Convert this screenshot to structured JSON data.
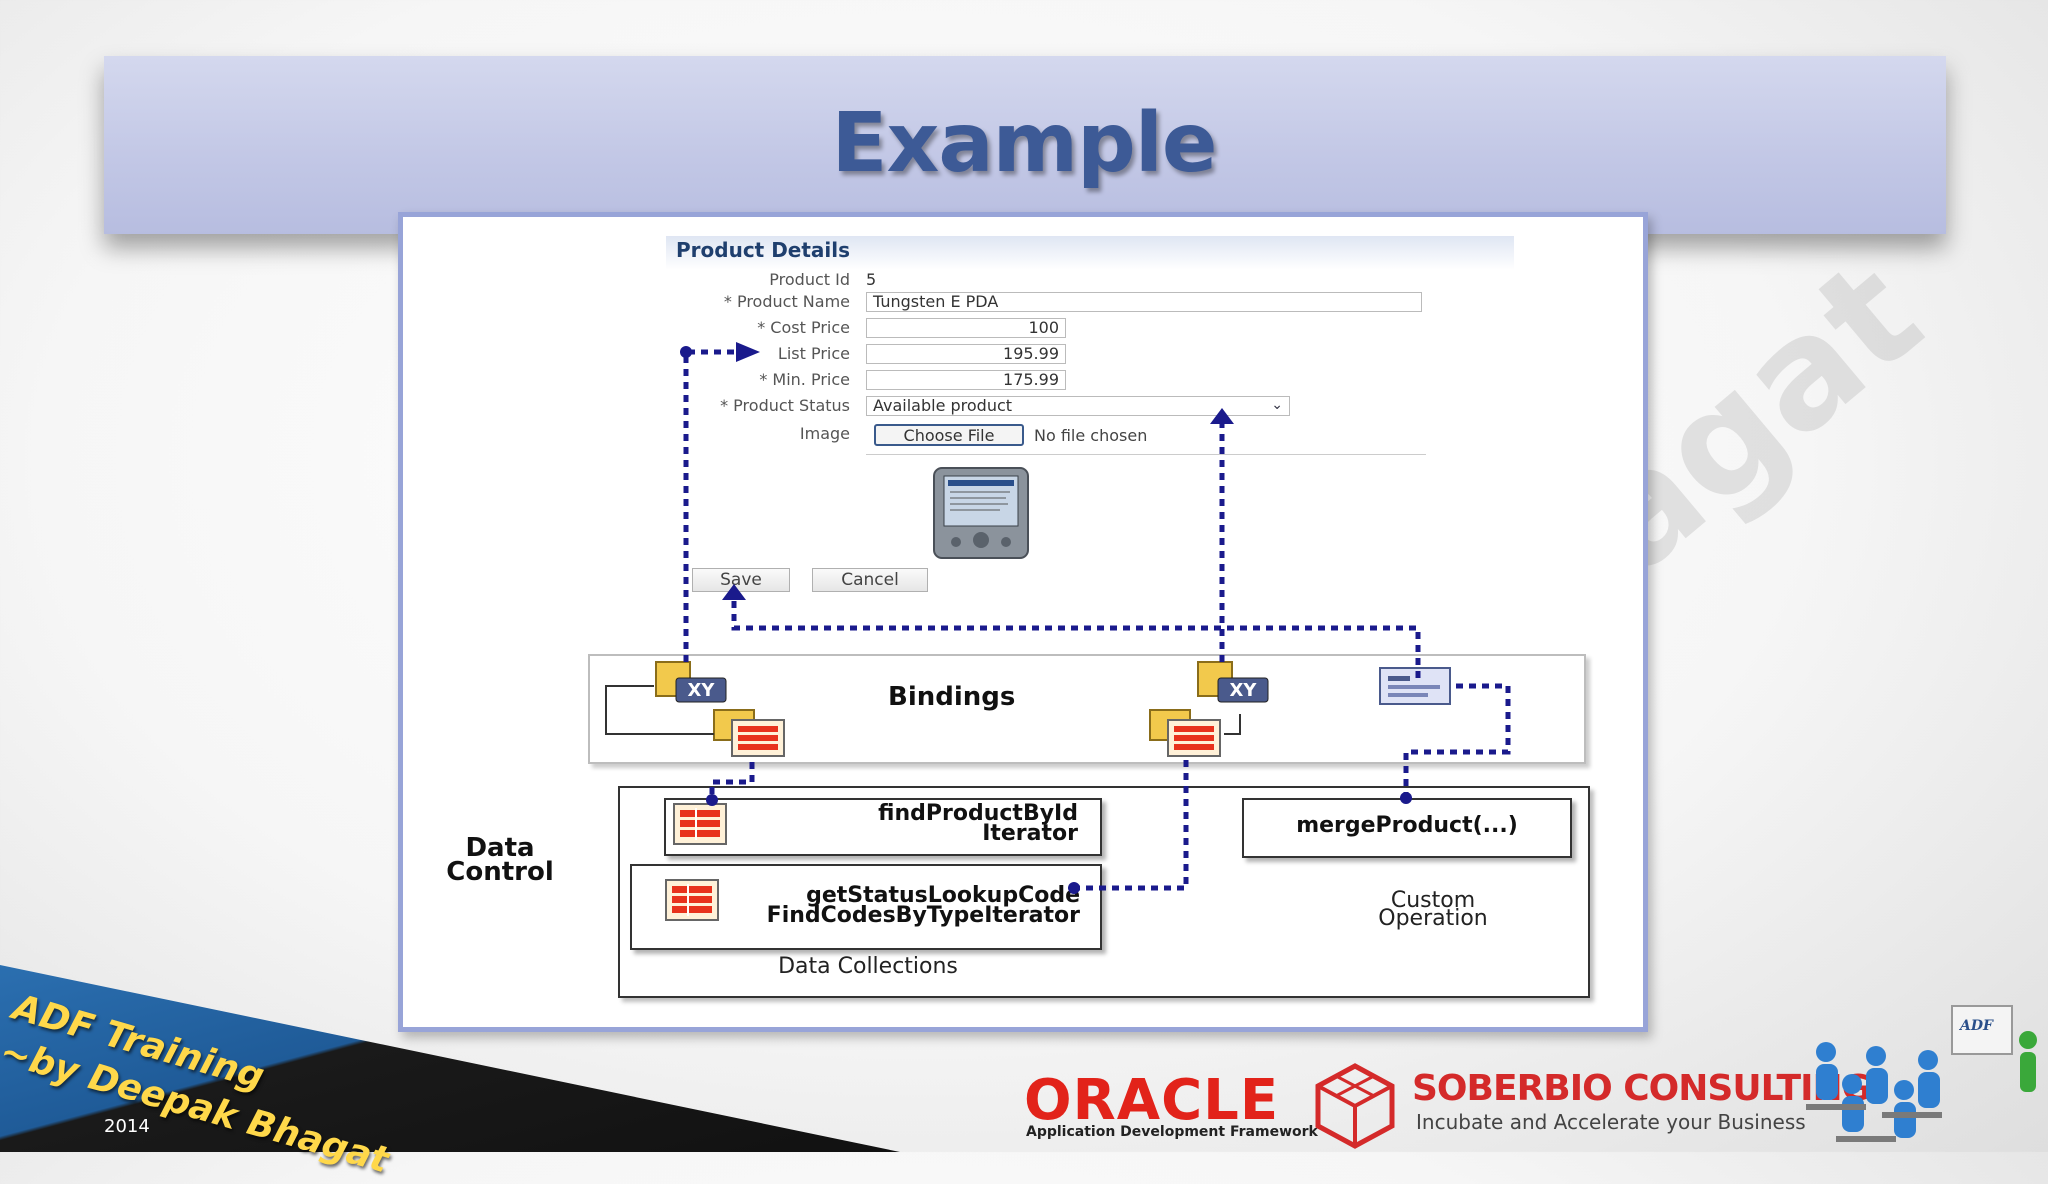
{
  "slide": {
    "title": "Example",
    "watermark": "agat"
  },
  "form": {
    "header": "Product Details",
    "fields": [
      {
        "label": "Product Id",
        "value": "5"
      },
      {
        "label": "* Product Name",
        "value": "Tungsten E PDA"
      },
      {
        "label": "* Cost Price",
        "value": "100"
      },
      {
        "label": "List Price",
        "value": "195.99"
      },
      {
        "label": "* Min. Price",
        "value": "175.99"
      },
      {
        "label": "* Product Status",
        "value": "Available product"
      },
      {
        "label": "Image",
        "value": "No file chosen"
      }
    ],
    "choose_file_label": "Choose File",
    "save_label": "Save",
    "cancel_label": "Cancel"
  },
  "diagram": {
    "bindings_label": "Bindings",
    "data_control_label": "Data\nControl",
    "iterator1": "findProductById\nIterator",
    "iterator2": "getStatusLookupCode\nFindCodesByTypeIterator",
    "method": "mergeProduct(...)",
    "data_collections_label": "Data Collections",
    "custom_operation_label": "Custom\nOperation",
    "binding_icon_text": "XY"
  },
  "footer": {
    "course_title": "ADF Training\n~by Deepak Bhagat",
    "year": "2014",
    "oracle_logo": "ORACLE",
    "oracle_sub": "Application Development Framework",
    "company_name": "SOBERBIO CONSULTING",
    "company_tagline": "Incubate and Accelerate your Business",
    "badge_text": "ADF"
  },
  "colors": {
    "connector": "#1a1a8c",
    "title": "#3d5a96",
    "oracle_red": "#e2231a",
    "soberbio_red": "#d42a2a"
  }
}
